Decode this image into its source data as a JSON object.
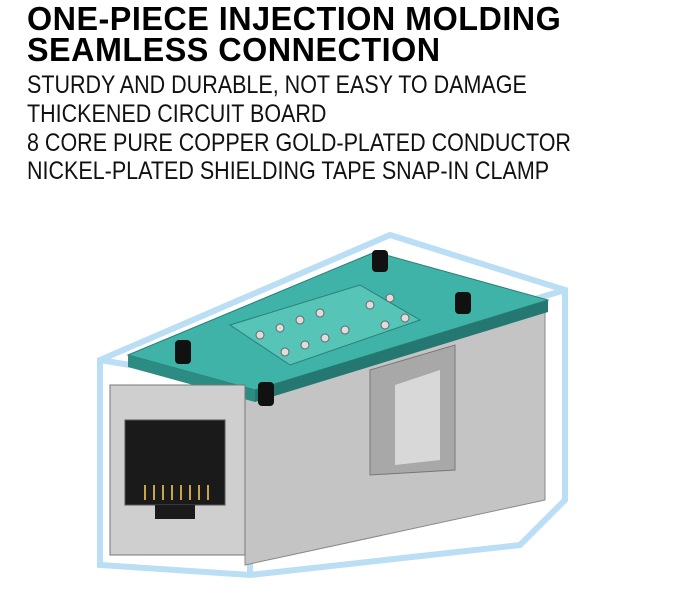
{
  "headline": [
    "ONE-PIECE INJECTION MOLDING",
    "SEAMLESS CONNECTION"
  ],
  "features": [
    "STURDY AND DURABLE, NOT EASY TO DAMAGE",
    "THICKENED CIRCUIT BOARD",
    "8 CORE PURE COPPER GOLD-PLATED CONDUCTOR",
    "NICKEL-PLATED SHIELDING TAPE SNAP-IN CLAMP"
  ],
  "colors": {
    "pcb": "#3fb3a8",
    "metal": "#b8b8b8",
    "glow": "#a9d6f2"
  }
}
